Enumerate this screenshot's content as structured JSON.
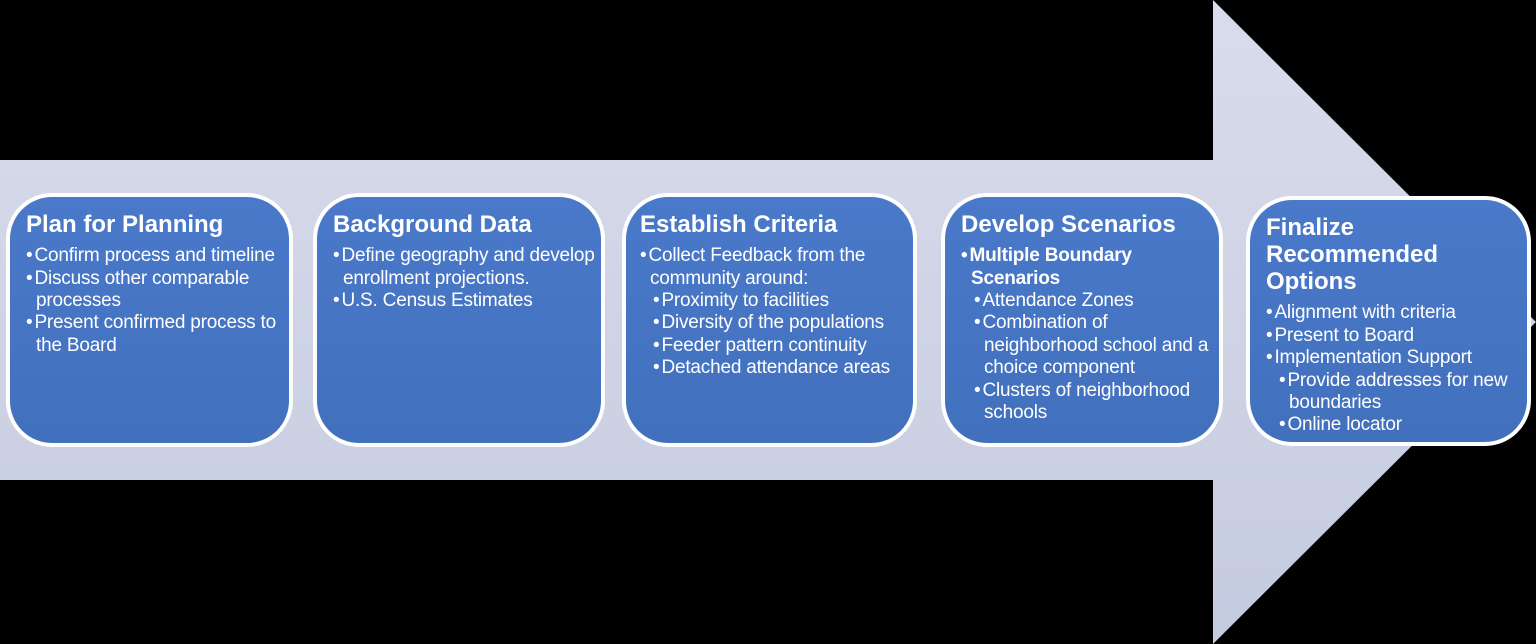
{
  "diagram": {
    "type": "process-arrow",
    "background_color": "#000000",
    "arrow": {
      "fill_top": "#d9dcea",
      "fill_bottom": "#c5cbe0"
    },
    "box_style": {
      "fill": "#4573c4",
      "border_color": "#ffffff",
      "text_color": "#ffffff"
    },
    "steps": [
      {
        "title": "Plan for Planning",
        "bullets": [
          {
            "text": "Confirm process and timeline"
          },
          {
            "text": "Discuss other comparable processes"
          },
          {
            "text": "Present confirmed process to the Board"
          }
        ]
      },
      {
        "title": "Background Data",
        "bullets": [
          {
            "text": "Define geography and develop enrollment projections."
          },
          {
            "text": "U.S. Census Estimates"
          }
        ]
      },
      {
        "title": "Establish Criteria",
        "bullets": [
          {
            "text": "Collect Feedback from the community around:"
          },
          {
            "text": "Proximity to facilities",
            "sub": true
          },
          {
            "text": "Diversity of the populations",
            "sub": true
          },
          {
            "text": "Feeder pattern continuity",
            "sub": true
          },
          {
            "text": "Detached attendance areas",
            "sub": true
          }
        ]
      },
      {
        "title": "Develop Scenarios",
        "bullets": [
          {
            "text": "Multiple Boundary Scenarios",
            "bold": true
          },
          {
            "text": "Attendance Zones",
            "sub": true
          },
          {
            "text": "Combination of neighborhood school and a choice component",
            "sub": true
          },
          {
            "text": "Clusters of neighborhood schools",
            "sub": true
          }
        ]
      },
      {
        "title": "Finalize Recommended Options",
        "bullets": [
          {
            "text": "Alignment with criteria"
          },
          {
            "text": "Present to Board"
          },
          {
            "text": "Implementation Support"
          },
          {
            "text": "Provide addresses for new boundaries",
            "sub": true
          },
          {
            "text": "Online locator",
            "sub": true
          }
        ]
      }
    ]
  }
}
